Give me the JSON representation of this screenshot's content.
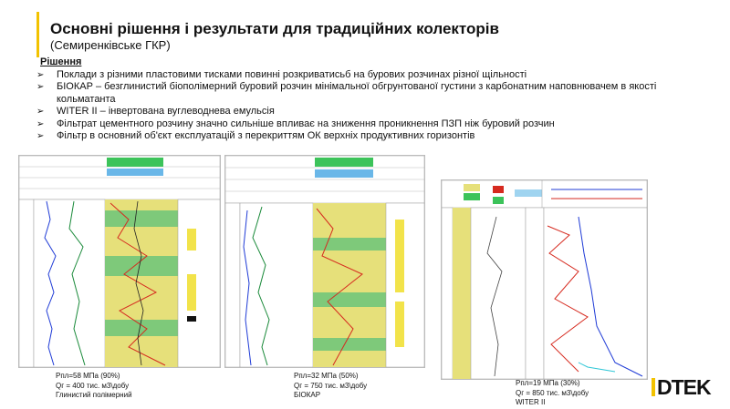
{
  "slide": {
    "title": "Основні рішення і результати для традиційних колекторів",
    "subtitle": "(Семиренківське ГКР)",
    "section_title": "Рішення",
    "bullets": [
      "Поклади з різними пластовими тисками повинні розкриватисьб на бурових розчинах різної щільності",
      "БІОКАР – безглинистий біополімерний буровий розчин мінімальної обгрунтованої густини з карбонатним наповнювачем в якості кольматанта",
      "WITER II – інвертована вуглеводнева емульсія",
      "Фільтрат цементного розчину значно сильніше впливає на зниження проникнення ПЗП ніж буровий розчин",
      "Фільтр в основний об'єкт експлуатацій з перекриттям ОК верхніх продуктивних горизонтів"
    ],
    "bullet_mark": "➢",
    "accent_color": "#f2c200"
  },
  "logs": [
    {
      "caption_lines": [
        "Рпл=58 МПа (90%)",
        "Qг = 400 тис. м3\\добу",
        "Глинистий полімерний"
      ]
    },
    {
      "caption_lines": [
        "Рпл=32 МПа (50%)",
        "Qг = 750 тис. м3\\добу",
        "БІОКАР"
      ]
    },
    {
      "caption_lines": [
        "Рпл=19 МПа (30%)",
        "Qг = 850 тис. м3\\добу",
        "WITER II"
      ]
    }
  ],
  "logo": {
    "text": "DTEK"
  }
}
